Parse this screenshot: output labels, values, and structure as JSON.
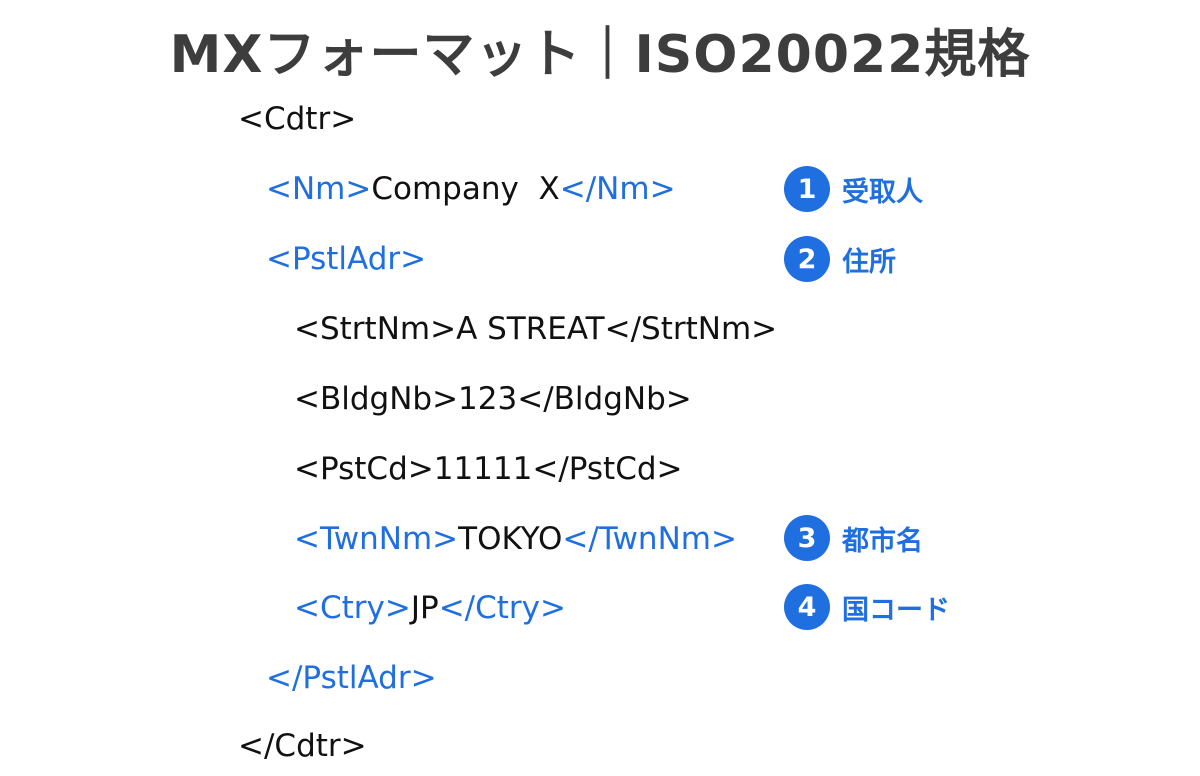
{
  "title": "MXフォーマット｜ISO20022規格",
  "lines": {
    "cdtr_open": "<Cdtr>",
    "nm": {
      "open": "<Nm>",
      "value": "Company  X",
      "close": "</Nm>"
    },
    "pstladr_open": "<PstlAdr>",
    "strtnm": "<StrtNm>A STREAT</StrtNm>",
    "bldgnb": "<BldgNb>123</BldgNb>",
    "pstcd": "<PstCd>11111</PstCd>",
    "twnnm": {
      "open": "<TwnNm>",
      "value": "TOKYO",
      "close": "</TwnNm>"
    },
    "ctry": {
      "open": "<Ctry>",
      "value": "JP",
      "close": "</Ctry>"
    },
    "pstladr_close": "</PstlAdr>",
    "cdtr_close": "</Cdtr>"
  },
  "badges": [
    {
      "number": "1",
      "label": "受取人"
    },
    {
      "number": "2",
      "label": "住所"
    },
    {
      "number": "3",
      "label": "都市名"
    },
    {
      "number": "4",
      "label": "国コード"
    }
  ],
  "colors": {
    "accent": "#1f6fe0",
    "title": "#3d3d3d",
    "text": "#111111"
  }
}
